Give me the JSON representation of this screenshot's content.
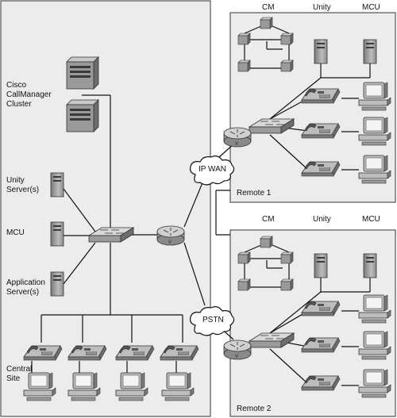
{
  "labels": {
    "cisco_callmanager_cluster": [
      "Cisco",
      "CallManager",
      "Cluster"
    ],
    "unity_servers": [
      "Unity",
      "Server(s)"
    ],
    "mcu": "MCU",
    "application_servers": [
      "Application",
      "Server(s)"
    ],
    "central_site": [
      "Central",
      "Site"
    ],
    "ip_wan": "IP WAN",
    "pstn": "PSTN",
    "remote1": "Remote 1",
    "remote2": "Remote 2",
    "remote_headers": {
      "cm": "CM",
      "unity": "Unity",
      "mcu": "MCU"
    }
  },
  "colors": {
    "panel": "#ececec",
    "device_light": "#d9d9d9",
    "device_mid": "#9e9e9e",
    "device_dark": "#555555",
    "screen": "#f4f4f4"
  },
  "icons": [
    "server-icon",
    "switch-icon",
    "router-icon",
    "ip-phone-icon",
    "pc-icon",
    "cloud-icon"
  ]
}
